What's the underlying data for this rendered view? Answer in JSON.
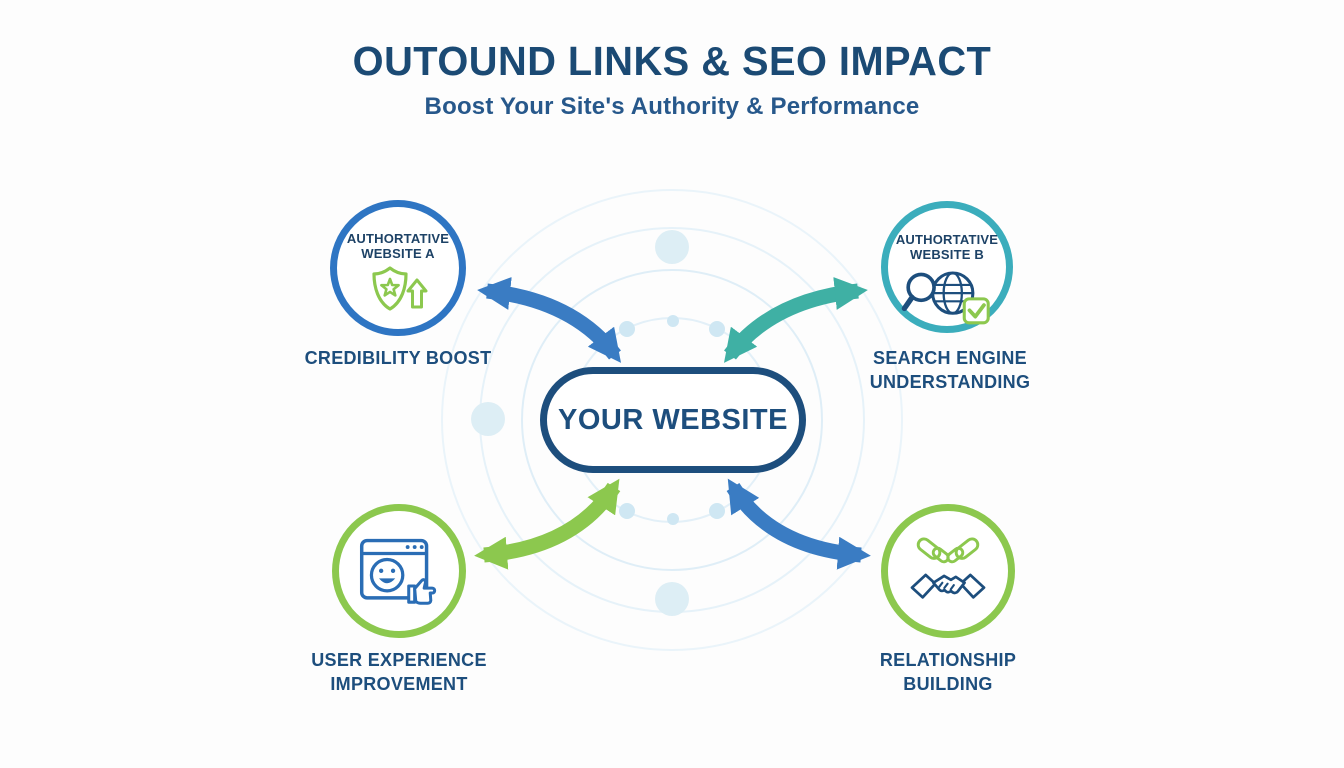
{
  "header": {
    "title": "OUTOUND LINKS & SEO IMPACT",
    "subtitle": "Boost Your Site's Authority & Performance"
  },
  "center": {
    "label": "YOUR WEBSITE"
  },
  "nodes": [
    {
      "position": "top-left",
      "circle_line1": "AUTHORTATIVE",
      "circle_line2": "WEBSITE A",
      "icon": "shield-star-up-arrow-icon",
      "caption_line1": "CREDIBILITY BOOST",
      "caption_line2": "",
      "circle_border_color": "#2e75c3",
      "arrow_color": "#3a7cc3"
    },
    {
      "position": "top-right",
      "circle_line1": "AUTHORTATIVE",
      "circle_line2": "WEBSITE B",
      "icon": "search-globe-check-icon",
      "caption_line1": "SEARCH ENGINE",
      "caption_line2": "UNDERSTANDING",
      "circle_border_color": "#3badbc",
      "arrow_color": "#3fb0a4"
    },
    {
      "position": "bottom-left",
      "circle_line1": "",
      "circle_line2": "",
      "icon": "browser-smiley-thumbs-up-icon",
      "caption_line1": "USER EXPERIENCE",
      "caption_line2": "IMPROVEMENT",
      "circle_border_color": "#8cc84e",
      "arrow_color": "#8cc84e"
    },
    {
      "position": "bottom-right",
      "circle_line1": "",
      "circle_line2": "",
      "icon": "link-handshake-icon",
      "caption_line1": "RELATIONSHIP",
      "caption_line2": "BUILDING",
      "circle_border_color": "#8cc84e",
      "arrow_color": "#3a7cc3"
    }
  ],
  "colors": {
    "navy": "#1d4e7d",
    "title_navy": "#1b4a74",
    "subtitle_navy": "#27588b",
    "blue": "#2e75c3",
    "teal": "#3badbc",
    "green": "#8cc84e",
    "arrow_blue": "#3a7cc3",
    "arrow_teal": "#3fb0a4",
    "ring_light_blue": "#e3f0f8",
    "dot_light_blue": "#d8ecf6",
    "background": "#fdfdfd"
  }
}
